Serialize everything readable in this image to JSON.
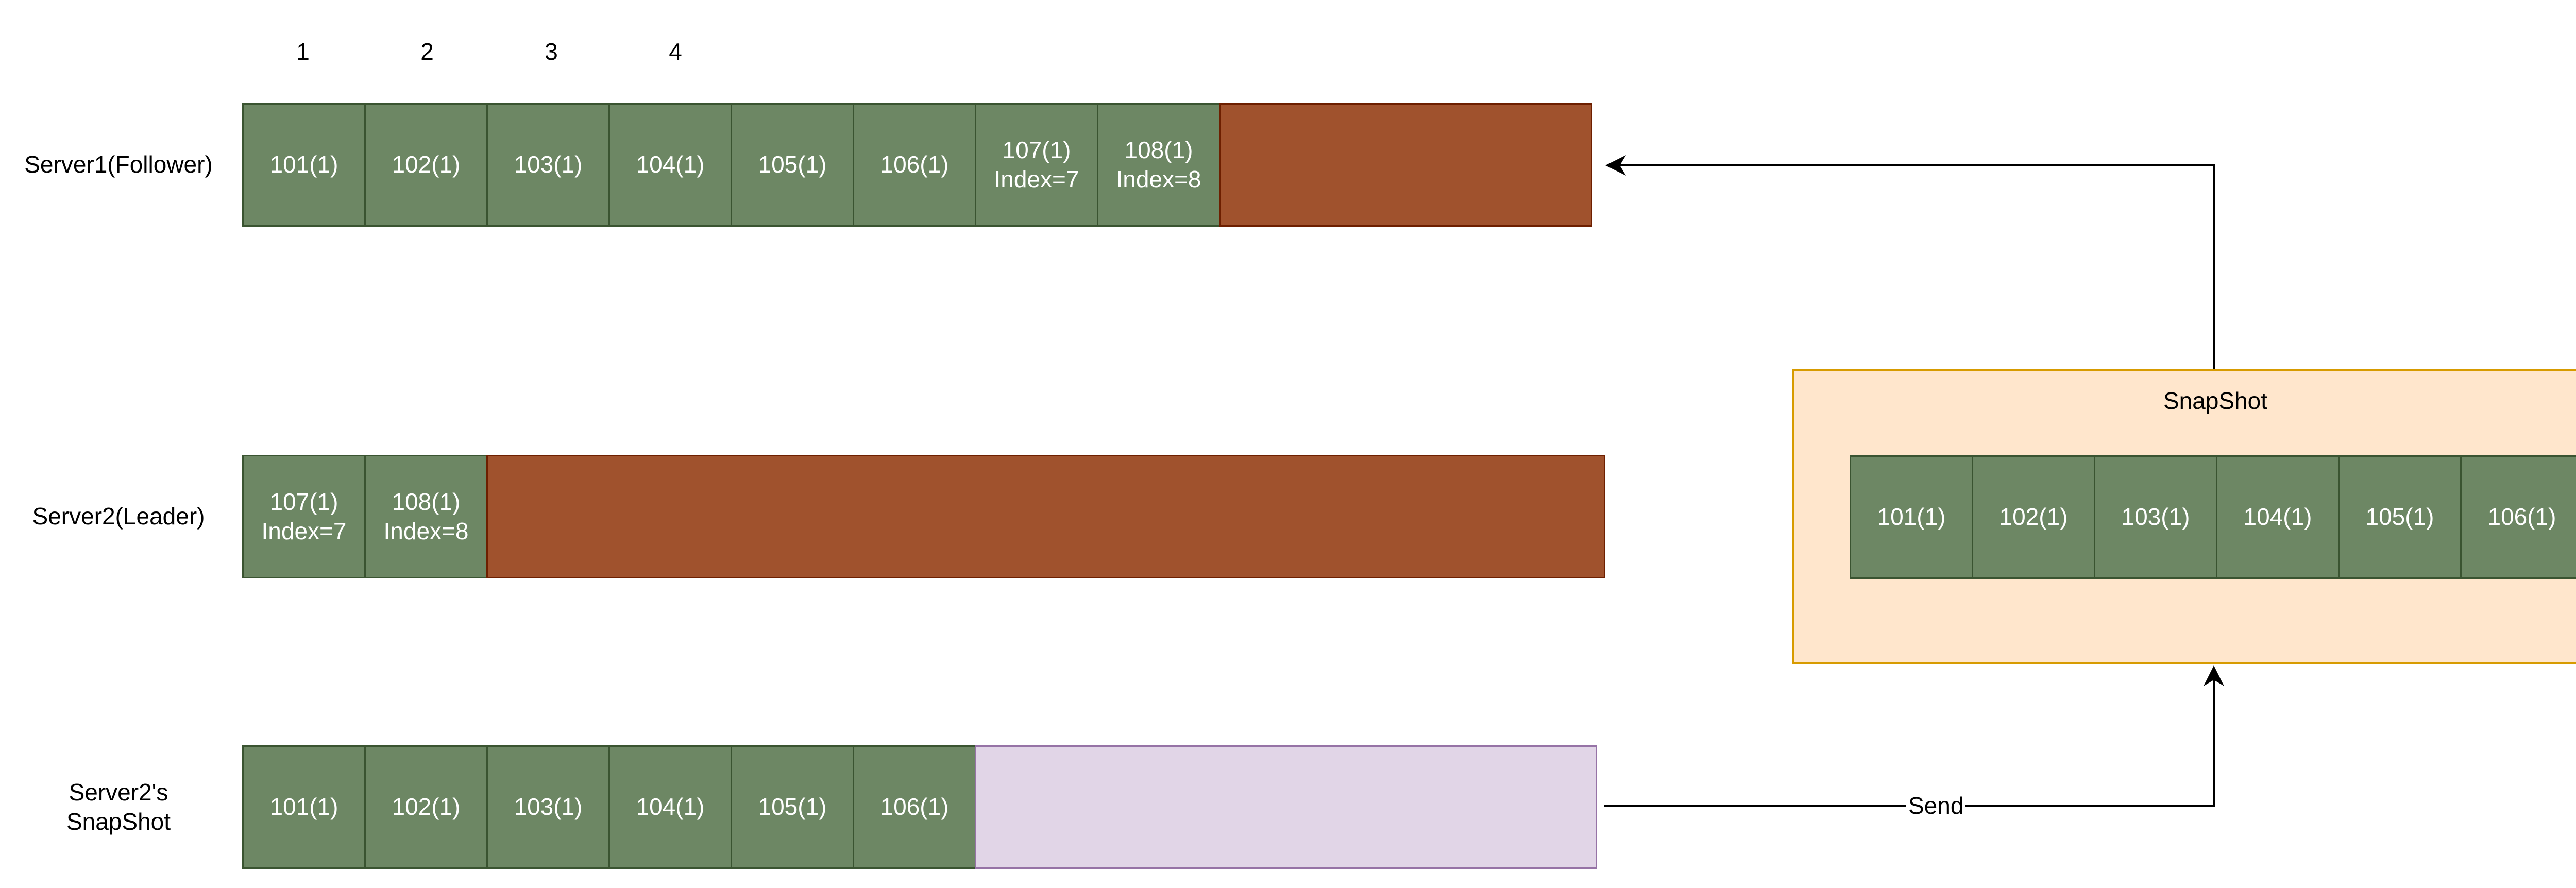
{
  "indices": [
    "1",
    "2",
    "3",
    "4"
  ],
  "rows": {
    "server1": {
      "label": "Server1(Follower)",
      "cells": [
        {
          "line1": "101(1)",
          "line2": ""
        },
        {
          "line1": "102(1)",
          "line2": ""
        },
        {
          "line1": "103(1)",
          "line2": ""
        },
        {
          "line1": "104(1)",
          "line2": ""
        },
        {
          "line1": "105(1)",
          "line2": ""
        },
        {
          "line1": "106(1)",
          "line2": ""
        },
        {
          "line1": "107(1)",
          "line2": "Index=7"
        },
        {
          "line1": "108(1)",
          "line2": "Index=8"
        }
      ]
    },
    "server2": {
      "label": "Server2(Leader)",
      "cells": [
        {
          "line1": "107(1)",
          "line2": "Index=7"
        },
        {
          "line1": "108(1)",
          "line2": "Index=8"
        }
      ]
    },
    "snapshot_row": {
      "label_line1": "Server2's",
      "label_line2": "SnapShot",
      "cells": [
        {
          "line1": "101(1)",
          "line2": ""
        },
        {
          "line1": "102(1)",
          "line2": ""
        },
        {
          "line1": "103(1)",
          "line2": ""
        },
        {
          "line1": "104(1)",
          "line2": ""
        },
        {
          "line1": "105(1)",
          "line2": ""
        },
        {
          "line1": "106(1)",
          "line2": ""
        }
      ]
    }
  },
  "snapshot_box": {
    "title": "SnapShot",
    "cells": [
      "101(1)",
      "102(1)",
      "103(1)",
      "104(1)",
      "105(1)",
      "106(1)"
    ]
  },
  "connector": {
    "label": "Send"
  },
  "colors": {
    "entry_fill": "#6d8764",
    "entry_border": "#3a5431",
    "empty_log_fill": "#a0522d",
    "snapshot_empty_fill": "#e1d5e7",
    "snapshot_box_fill": "#ffe6cc",
    "snapshot_box_border": "#d79b00"
  }
}
